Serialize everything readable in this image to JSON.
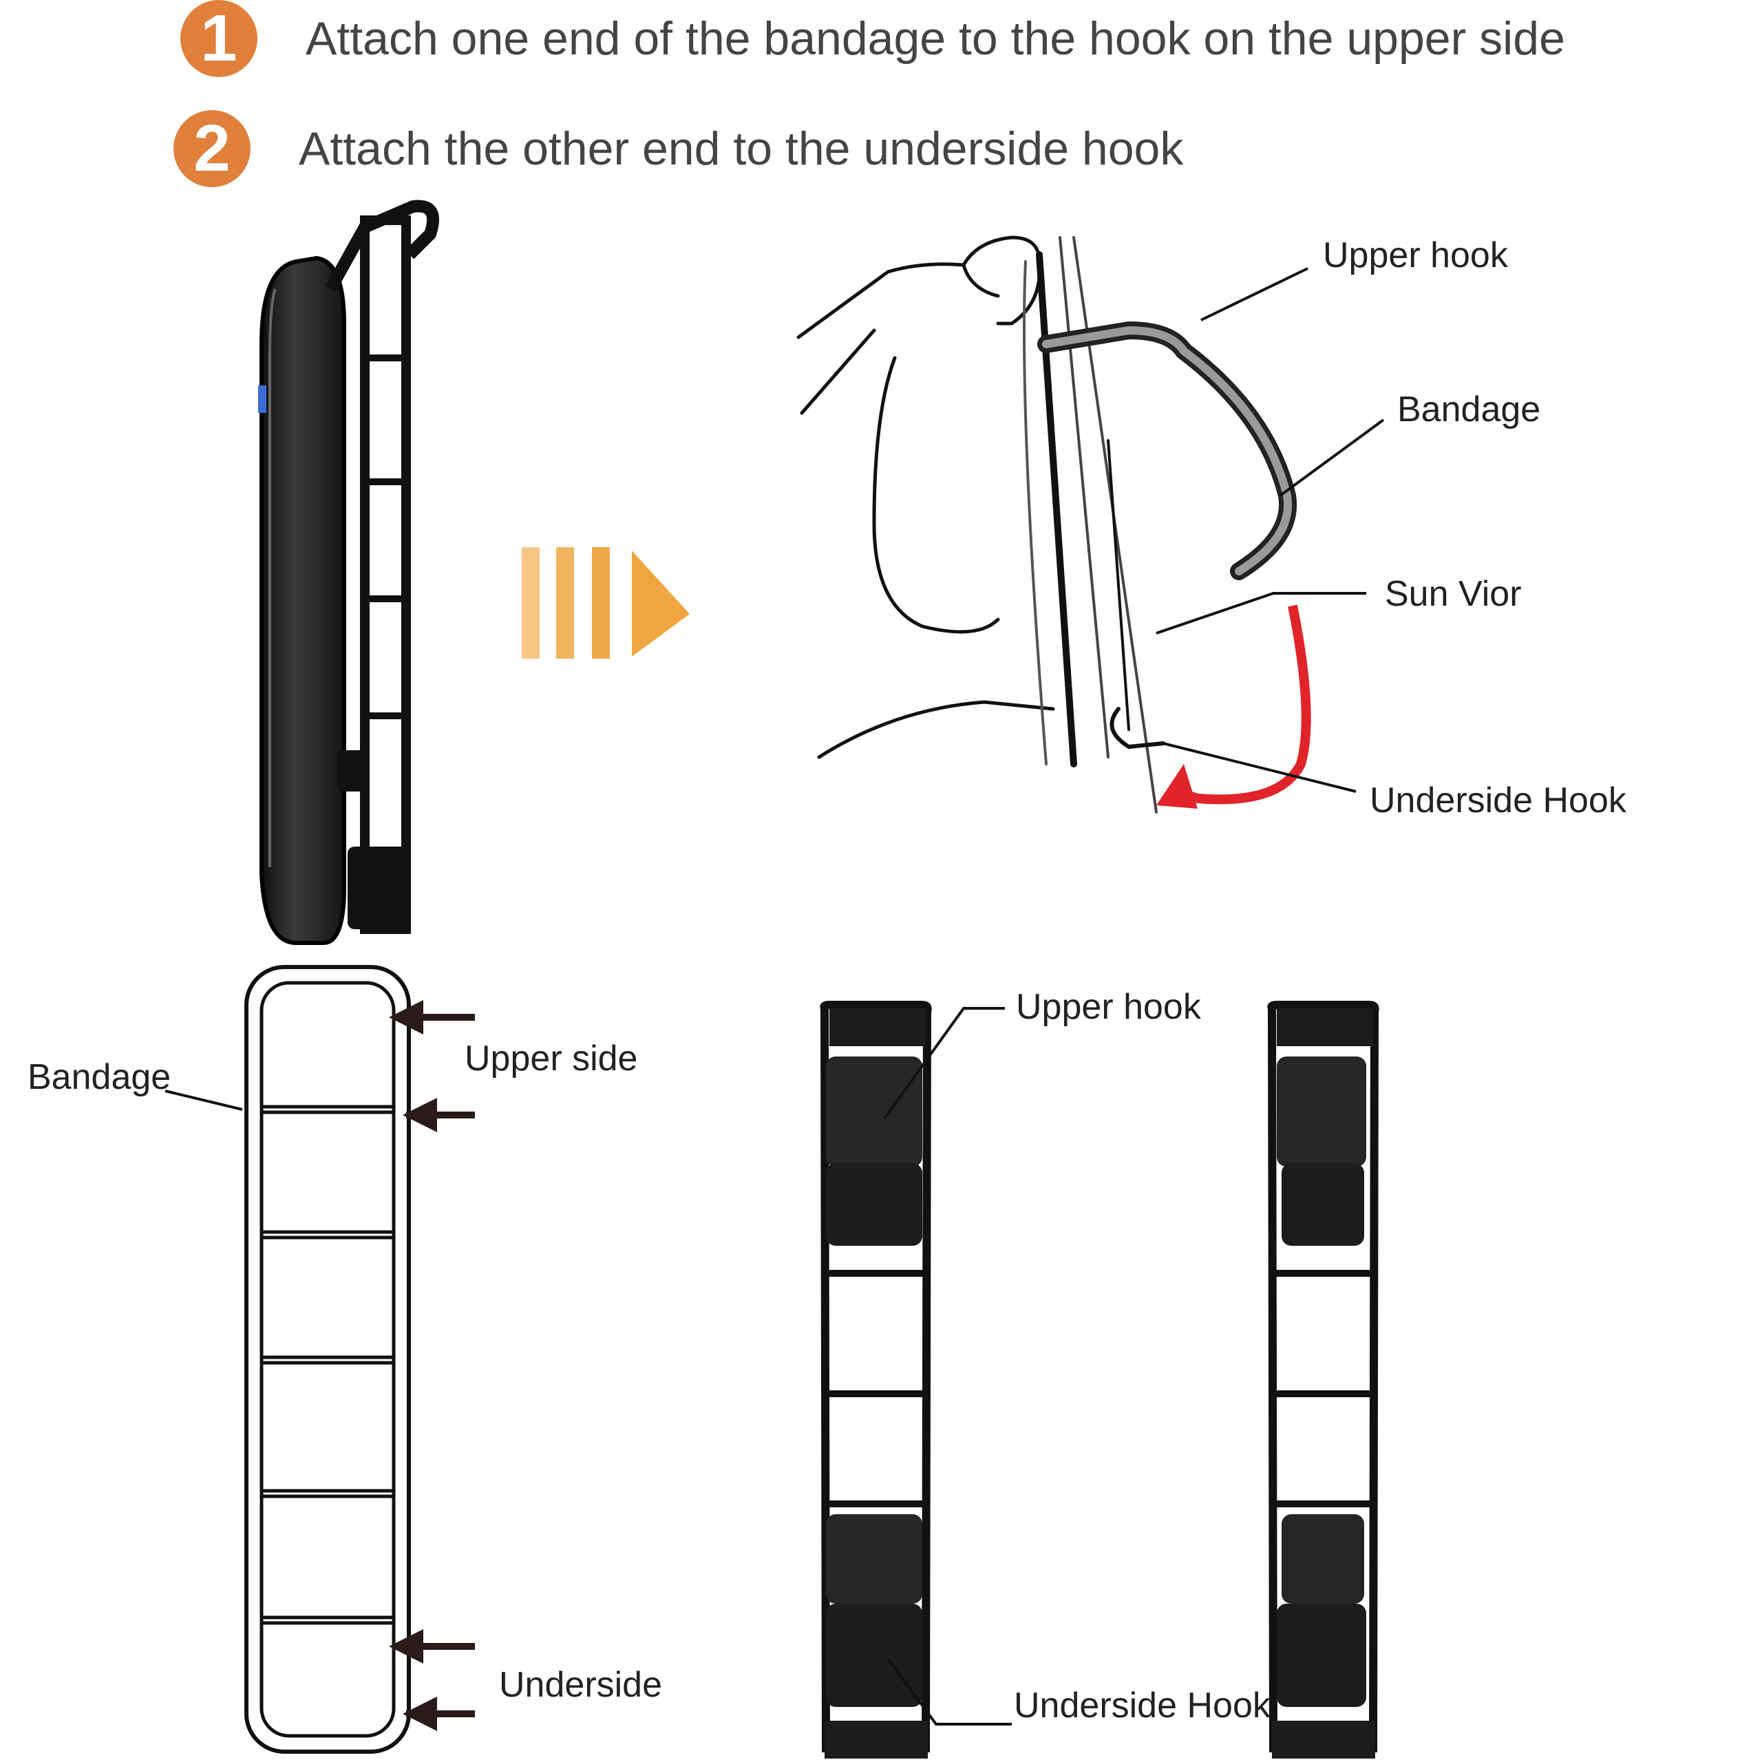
{
  "steps": [
    {
      "number": "1",
      "text": "Attach one end of the bandage to the hook on the upper side"
    },
    {
      "number": "2",
      "text": "Attach the other end to the underside hook"
    }
  ],
  "labels": {
    "upper_hook": "Upper hook",
    "bandage": "Bandage",
    "sun_visor": "Sun Vior",
    "underside_hook": "Underside Hook",
    "upper_side": "Upper side",
    "underside": "Underside"
  },
  "colors": {
    "badge": "#e0803a",
    "arrow": "#f0a640",
    "red_arrow": "#e0242a",
    "device": "#1c1c1c"
  },
  "icons": [
    "right-arrow-icon",
    "curved-red-arrow-icon",
    "pointer-arrow-icon"
  ]
}
